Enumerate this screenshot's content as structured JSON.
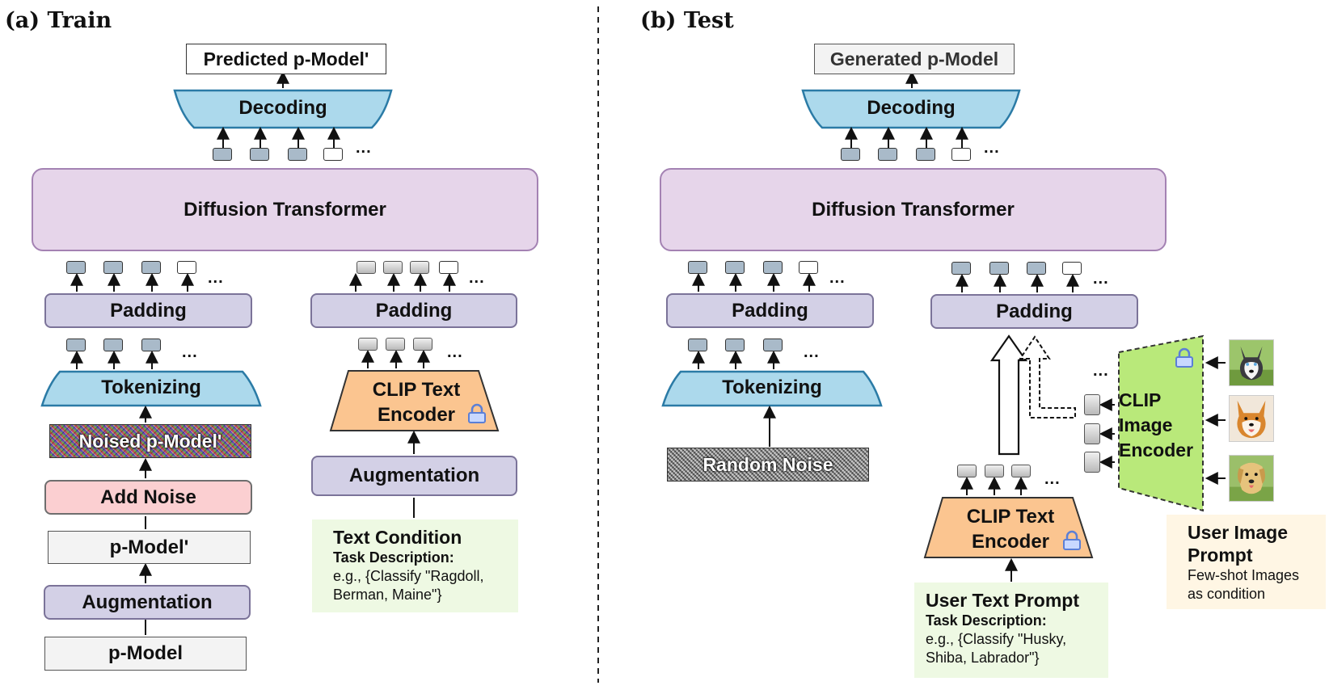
{
  "panels": {
    "train": {
      "heading": "(a) Train",
      "predicted": "Predicted p-Model'",
      "decoding": "Decoding",
      "dit": "Diffusion Transformer",
      "padding_left": "Padding",
      "padding_right": "Padding",
      "tokenizing": "Tokenizing",
      "noised": "Noised p-Model'",
      "add_noise": "Add Noise",
      "pmodel_prime": "p-Model'",
      "augmentation_left": "Augmentation",
      "pmodel": "p-Model",
      "clip_text": "CLIP Text Encoder",
      "augmentation_right": "Augmentation",
      "condition": {
        "title": "Text Condition",
        "subtitle": "Task Description:",
        "line1": "e.g., {Classify \"Ragdoll,",
        "line2": "Berman, Maine\"}"
      }
    },
    "test": {
      "heading": "(b) Test",
      "generated": "Generated p-Model",
      "decoding": "Decoding",
      "dit": "Diffusion Transformer",
      "padding_left": "Padding",
      "padding_right": "Padding",
      "tokenizing": "Tokenizing",
      "random_noise": "Random Noise",
      "clip_text": "CLIP Text Encoder",
      "clip_image": "CLIP Image Encoder",
      "text_prompt": {
        "title": "User Text Prompt",
        "subtitle": "Task Description:",
        "line1": "e.g., {Classify \"Husky,",
        "line2": "Shiba, Labrador\"}"
      },
      "image_prompt": {
        "title": "User Image Prompt",
        "line1": "Few-shot Images",
        "line2": "as condition"
      }
    }
  },
  "ellipsis": "...",
  "icons": [
    "lock-icon",
    "husky-image",
    "shiba-image",
    "labrador-image"
  ],
  "colors": {
    "decoder_fill": "#acd9ec",
    "padding_fill": "#d3d0e6",
    "dit_fill": "#e6d5ea",
    "add_noise_fill": "#fbcfd1",
    "clip_text_fill": "#fbc590",
    "clip_image_fill": "#b9e97a",
    "text_condition_fill": "#eef9e3",
    "image_condition_fill": "#fff6e4"
  }
}
